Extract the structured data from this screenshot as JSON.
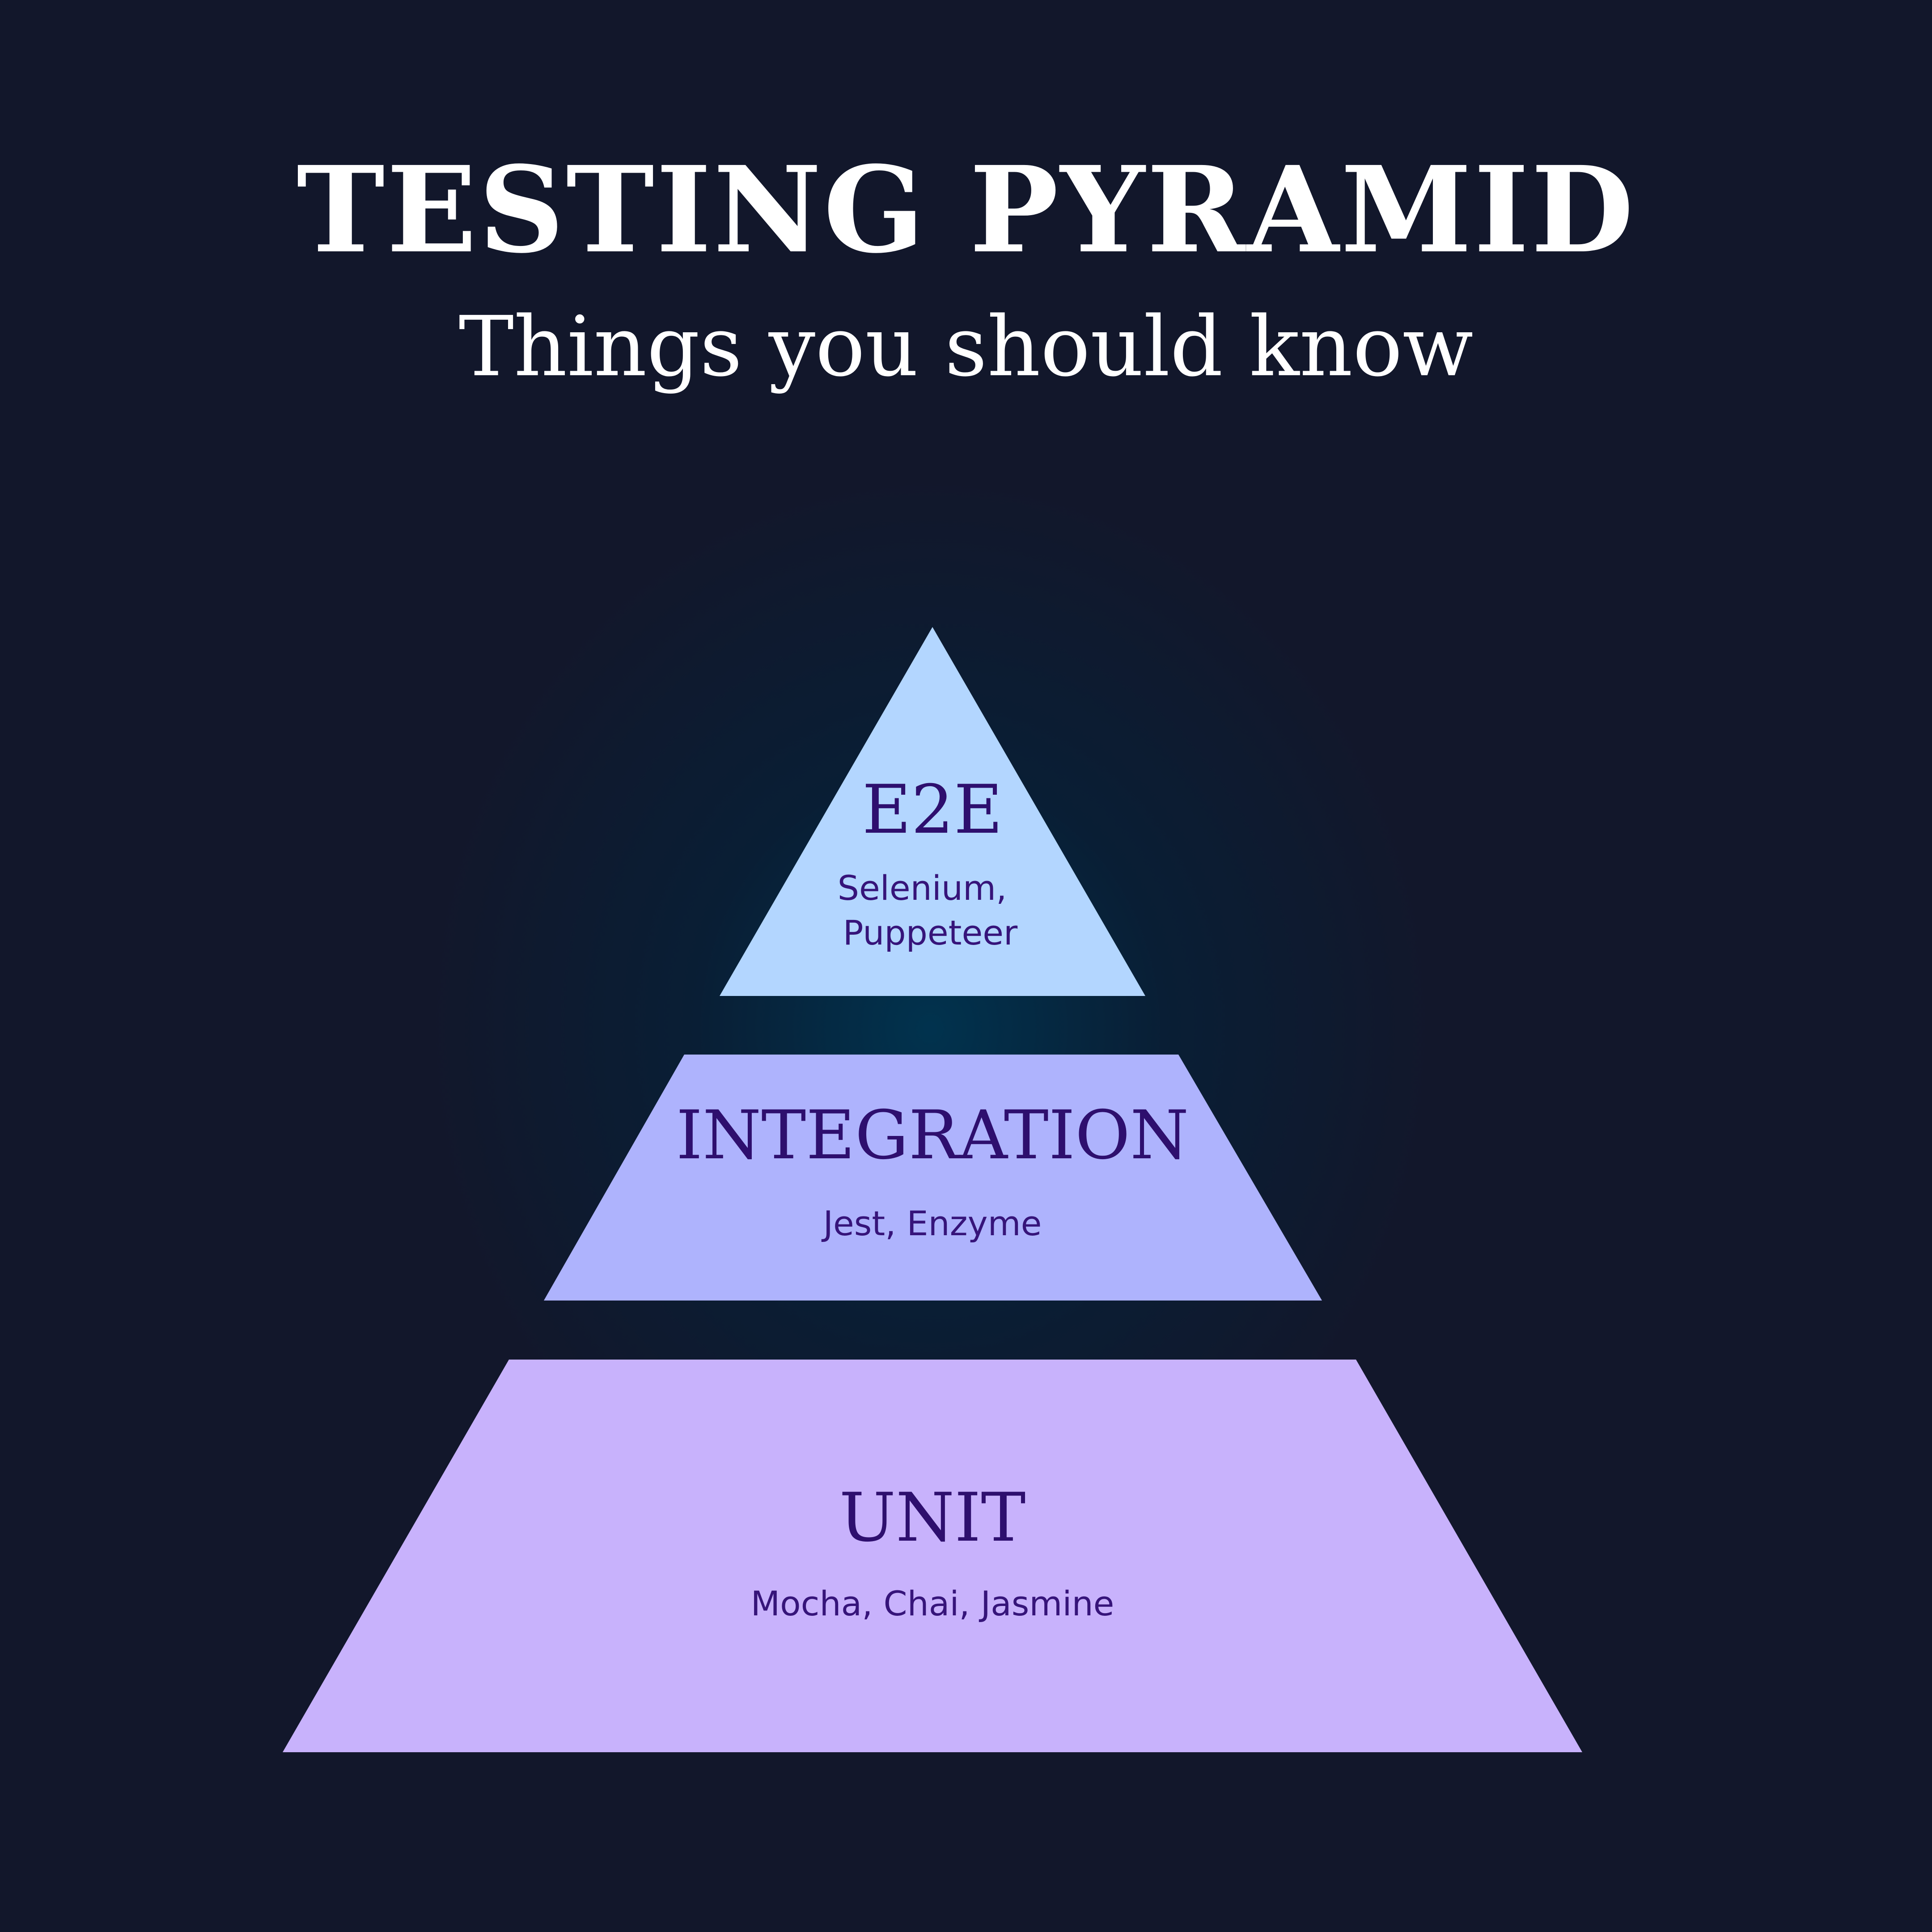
{
  "title": "TESTING PYRAMID",
  "subtitle": "Things you should know",
  "colors": {
    "background": "#12172b",
    "glow": "#00344f",
    "top_tier": "#b3d6ff",
    "middle_tier": "#aeb3fd",
    "bottom_tier": "#c8b2fc",
    "tier_text": "#2e0f6e"
  },
  "tiers": [
    {
      "label": "E2E",
      "tools_line1": "Selenium,",
      "tools_line2": "Puppeteer"
    },
    {
      "label": "INTEGRATION",
      "tools": "Jest, Enzyme"
    },
    {
      "label": "UNIT",
      "tools": "Mocha, Chai, Jasmine"
    }
  ]
}
